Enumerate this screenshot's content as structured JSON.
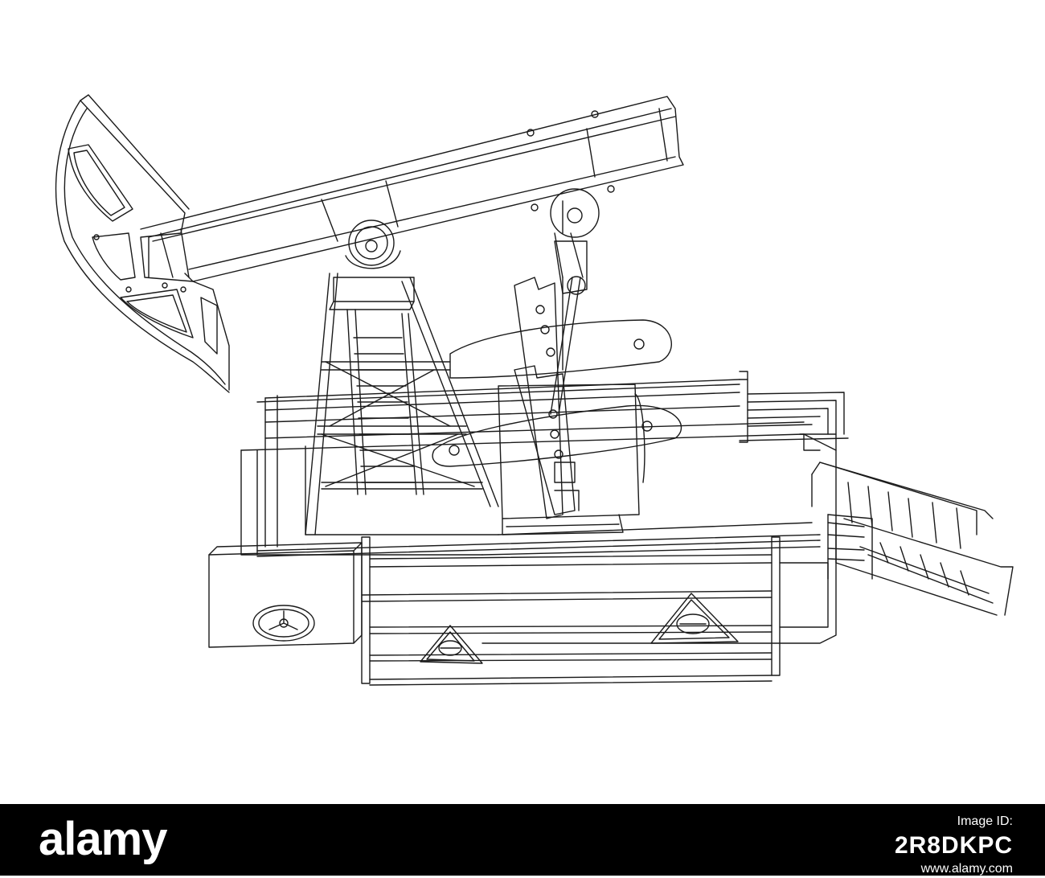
{
  "image": {
    "subject": "pumpjack",
    "style": "black outline line drawing on white"
  },
  "watermark": {
    "brand": "alamy",
    "image_id_label": "Image ID:",
    "image_id": "2R8DKPC",
    "site": "www.alamy.com"
  },
  "colors": {
    "background": "#ffffff",
    "line": "#1a1a1a",
    "footer": "#000000",
    "footer_text": "#ffffff"
  }
}
